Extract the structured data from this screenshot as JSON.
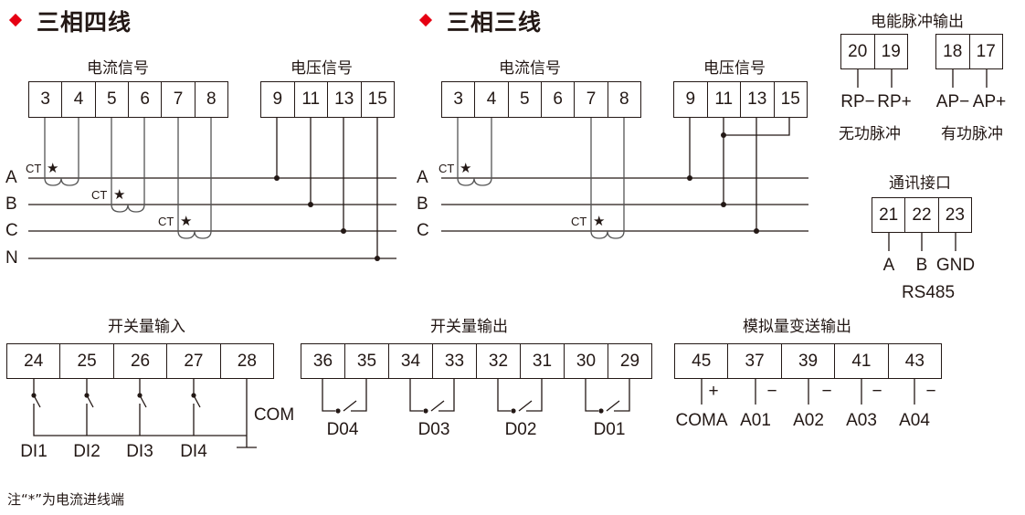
{
  "colors": {
    "accent": "#e60012",
    "ink": "#231815"
  },
  "four_wire": {
    "title": "三相四线",
    "current_label": "电流信号",
    "voltage_label": "电压信号",
    "current_terminals": [
      "3",
      "4",
      "5",
      "6",
      "7",
      "8"
    ],
    "voltage_terminals": [
      "9",
      "11",
      "13",
      "15"
    ],
    "phases": [
      "A",
      "B",
      "C",
      "N"
    ],
    "ct_label": "CT",
    "ct_mark": "★"
  },
  "three_wire": {
    "title": "三相三线",
    "current_label": "电流信号",
    "voltage_label": "电压信号",
    "current_terminals": [
      "3",
      "4",
      "5",
      "6",
      "7",
      "8"
    ],
    "voltage_terminals": [
      "9",
      "11",
      "13",
      "15"
    ],
    "phases": [
      "A",
      "B",
      "C"
    ],
    "ct_label": "CT",
    "ct_mark": "★"
  },
  "energy_pulse": {
    "title": "电能脉冲输出",
    "reactive_terminals": [
      "20",
      "19"
    ],
    "active_terminals": [
      "18",
      "17"
    ],
    "pin_labels": [
      "RP−",
      "RP+",
      "AP−",
      "AP+"
    ],
    "reactive_label": "无功脉冲",
    "active_label": "有功脉冲"
  },
  "comm": {
    "title": "通讯接口",
    "terminals": [
      "21",
      "22",
      "23"
    ],
    "pin_labels": [
      "A",
      "B",
      "GND"
    ],
    "protocol": "RS485"
  },
  "switch_input": {
    "title": "开关量输入",
    "terminals": [
      "24",
      "25",
      "26",
      "27",
      "28"
    ],
    "pin_labels": [
      "DI1",
      "DI2",
      "DI3",
      "DI4"
    ],
    "com_label": "COM"
  },
  "switch_output": {
    "title": "开关量输出",
    "terminals": [
      "36",
      "35",
      "34",
      "33",
      "32",
      "31",
      "30",
      "29"
    ],
    "pin_labels": [
      "D04",
      "D03",
      "D02",
      "D01"
    ]
  },
  "analog_output": {
    "title": "模拟量变送输出",
    "terminals": [
      "45",
      "37",
      "39",
      "41",
      "43"
    ],
    "signs": [
      "+",
      "−",
      "−",
      "−",
      "−"
    ],
    "pin_labels": [
      "COMA",
      "A01",
      "A02",
      "A03",
      "A04"
    ]
  },
  "footnote": "注“*”为电流进线端"
}
